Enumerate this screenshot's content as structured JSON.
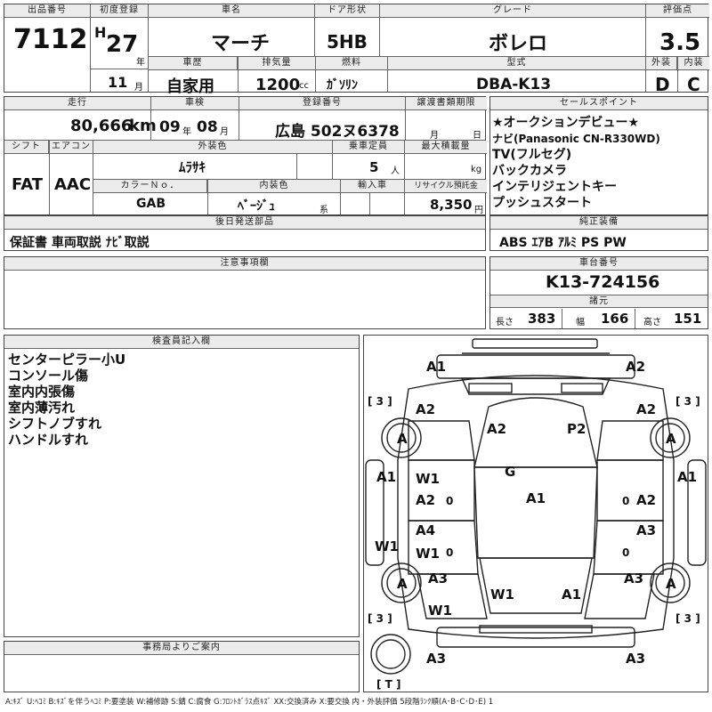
{
  "header": {
    "lot_no_label": "出品番号",
    "lot_no": "7112",
    "first_reg_label": "初度登録",
    "era": "H",
    "year": "27",
    "year_unit": "年",
    "month": "11",
    "month_unit": "月",
    "car_name_label": "車名",
    "car_name": "マーチ",
    "door_label": "ドア形状",
    "door": "5HB",
    "grade_label": "グレード",
    "grade": "ボレロ",
    "score_label": "評価点",
    "score": "3.5",
    "history_label": "車歴",
    "history": "自家用",
    "displacement_label": "排気量",
    "displacement": "1200",
    "displacement_unit": "cc",
    "fuel_label": "燃料",
    "fuel": "ｶﾞｿﾘﾝ",
    "model_label": "型式",
    "model": "DBA-K13",
    "exterior_label": "外装",
    "exterior": "D",
    "interior_label": "内装",
    "interior": "C"
  },
  "row2": {
    "mileage_label": "走行",
    "mileage": "80,666",
    "mileage_unit": "km",
    "inspection_label": "車検",
    "insp_year": "09",
    "insp_year_unit": "年",
    "insp_month": "08",
    "insp_month_unit": "月",
    "reg_no_label": "登録番号",
    "reg_no": "広島 502ヌ6378",
    "transfer_label": "譲渡書類期限",
    "transfer_m": "月",
    "transfer_d": "日",
    "shift_label": "シフト",
    "shift": "FAT",
    "ac_label": "エアコン",
    "ac": "AAC",
    "ext_color_label": "外装色",
    "ext_color": "ﾑﾗｻｷ",
    "capacity_label": "乗車定員",
    "capacity": "5",
    "capacity_unit": "人",
    "max_load_label": "最大積載量",
    "max_load_unit": "kg",
    "color_no_label": "カラーＮｏ．",
    "color_no": "GAB",
    "int_color_label": "内装色",
    "int_color": "ﾍﾞｰｼﾞｭ",
    "int_color_unit": "系",
    "import_label": "輸入車",
    "recycle_label": "リサイクル預託金",
    "recycle": "8,350",
    "recycle_unit": "円"
  },
  "sales": {
    "label": "セールスポイント",
    "items": [
      "★オークションデビュー★",
      "ナビ(Panasonic CN-R330WD)",
      "TV(フルセグ)",
      "バックカメラ",
      "インテリジェントキー",
      "プッシュスタート"
    ]
  },
  "parts": {
    "label": "後日発送部品",
    "value": "保証書 車両取説 ﾅﾋﾞ取説"
  },
  "equipment": {
    "label": "純正装備",
    "value": "ABS ｴｱB ｱﾙﾐ PS PW"
  },
  "notes": {
    "label": "注意事項欄"
  },
  "chassis": {
    "label": "車台番号",
    "value": "K13-724156",
    "spec_label": "諸元",
    "length_label": "長さ",
    "length": "383",
    "width_label": "幅",
    "width": "166",
    "height_label": "高さ",
    "height": "151"
  },
  "inspector": {
    "label": "検査員記入欄",
    "items": [
      "センターピラー小U",
      "コンソール傷",
      "室内内張傷",
      "室内薄汚れ",
      "シフトノブすれ",
      "ハンドルすれ"
    ]
  },
  "office": {
    "label": "事務局よりご案内"
  },
  "diagram": {
    "marks": {
      "a1_tl": "A1",
      "a1_tr": "A2",
      "a2_l": "A2",
      "a2_r": "A2",
      "a2_c": "A2",
      "p2": "P2",
      "g": "G",
      "a1_c": "A1",
      "w1_l": "W1",
      "a2_ld": "A2",
      "a2_rd": "A2",
      "a1_ls": "A1",
      "a1_rs": "A1",
      "a4": "A4",
      "w1_l2": "W1",
      "a3_r": "A3",
      "w1_ls": "W1",
      "a3_l": "A3",
      "a3_r2": "A3",
      "w1_b": "W1",
      "a1_b": "A1",
      "w1_lb": "W1",
      "a3_bl": "A3",
      "a3_br": "A3",
      "tire_fl": "A",
      "tire_fr": "A",
      "tire_rl": "A",
      "tire_rr": "A",
      "tread_fl": "[ 3 ]",
      "tread_fr": "[ 3 ]",
      "tread_rl": "[ 3 ]",
      "tread_rr": "[ 3 ]",
      "tread_t": "[ T ]",
      "zero": "0"
    }
  },
  "legend": "A:ｷｽﾞ U:ﾍｺﾐ B:ｷｽﾞを伴うﾍｺﾐ P:要塗装 W:補修跡 S:錆 C:腐食 G:ﾌﾛﾝﾄｶﾞﾗｽ点ｷｽﾞ XX:交換済み X:要交換 内・外装評価 5段階ﾗﾝｸ順(A･B･C･D･E) 1"
}
